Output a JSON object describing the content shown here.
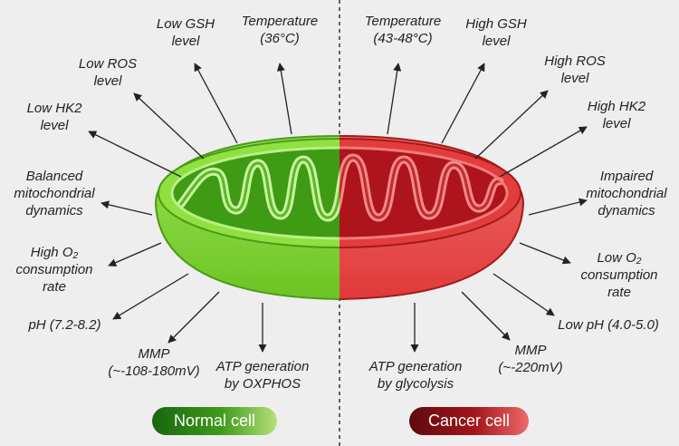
{
  "labels": {
    "low_gsh": [
      "Low GSH",
      "level"
    ],
    "temp_normal": [
      "Temperature",
      "(36°C)"
    ],
    "low_ros": [
      "Low ROS",
      "level"
    ],
    "low_hk2": [
      "Low HK2",
      "level"
    ],
    "balanced": [
      "Balanced",
      "mitochondrial",
      "dynamics"
    ],
    "high_o2": [
      "High O₂",
      "consumption",
      "rate"
    ],
    "ph_normal": [
      "pH (7.2-8.2)"
    ],
    "mmp_normal": [
      "MMP",
      "(~-108-180mV)"
    ],
    "atp_normal": [
      "ATP generation",
      "by OXPHOS"
    ],
    "temp_cancer": [
      "Temperature",
      "(43-48°C)"
    ],
    "high_gsh": [
      "High GSH",
      "level"
    ],
    "high_ros": [
      "High ROS",
      "level"
    ],
    "high_hk2": [
      "High HK2",
      "level"
    ],
    "impaired": [
      "Impaired",
      "mitochondrial",
      "dynamics"
    ],
    "low_o2": [
      "Low O₂",
      "consumption",
      "rate"
    ],
    "ph_cancer": [
      "Low pH (4.0-5.0)"
    ],
    "mmp_cancer": [
      "MMP",
      "(~-220mV)"
    ],
    "atp_cancer": [
      "ATP generation",
      "by glycolysis"
    ]
  },
  "badges": {
    "normal": "Normal cell",
    "cancer": "Cancer cell"
  },
  "colors": {
    "normal_outer": "#7ad12e",
    "normal_inner": "#4fa61a",
    "cancer_outer": "#e84c4c",
    "cancer_inner": "#b8151c",
    "normal_badge": "#2f8d1c",
    "cancer_badge": "#8e1519"
  }
}
